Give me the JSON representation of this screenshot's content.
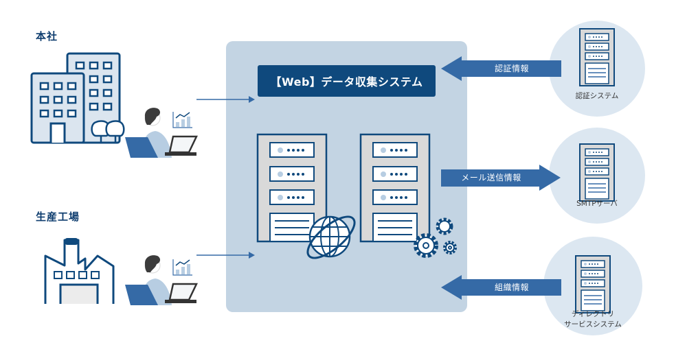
{
  "diagram": {
    "sources": [
      {
        "label": "本社",
        "icon": "office-building-icon"
      },
      {
        "label": "生産工場",
        "icon": "factory-icon"
      }
    ],
    "central_system": {
      "title": "【Web】データ収集システム",
      "components": [
        "web-server-icon",
        "app-server-icon"
      ]
    },
    "flows": [
      {
        "label": "認証情報",
        "direction": "inbound"
      },
      {
        "label": "メール送信情報",
        "direction": "outbound"
      },
      {
        "label": "組織情報",
        "direction": "inbound"
      }
    ],
    "external_systems": [
      {
        "label": "認証システム"
      },
      {
        "label": "SMTPサーバ"
      },
      {
        "label_line1": "ディレクトリ",
        "label_line2": "サービスシステム"
      }
    ],
    "colors": {
      "navy": "#0f497d",
      "arrow_blue": "#356aa6",
      "panel_bg": "#c3d4e3",
      "circle_bg": "#dce7f1",
      "building_fill": "#dbe5ef"
    }
  }
}
